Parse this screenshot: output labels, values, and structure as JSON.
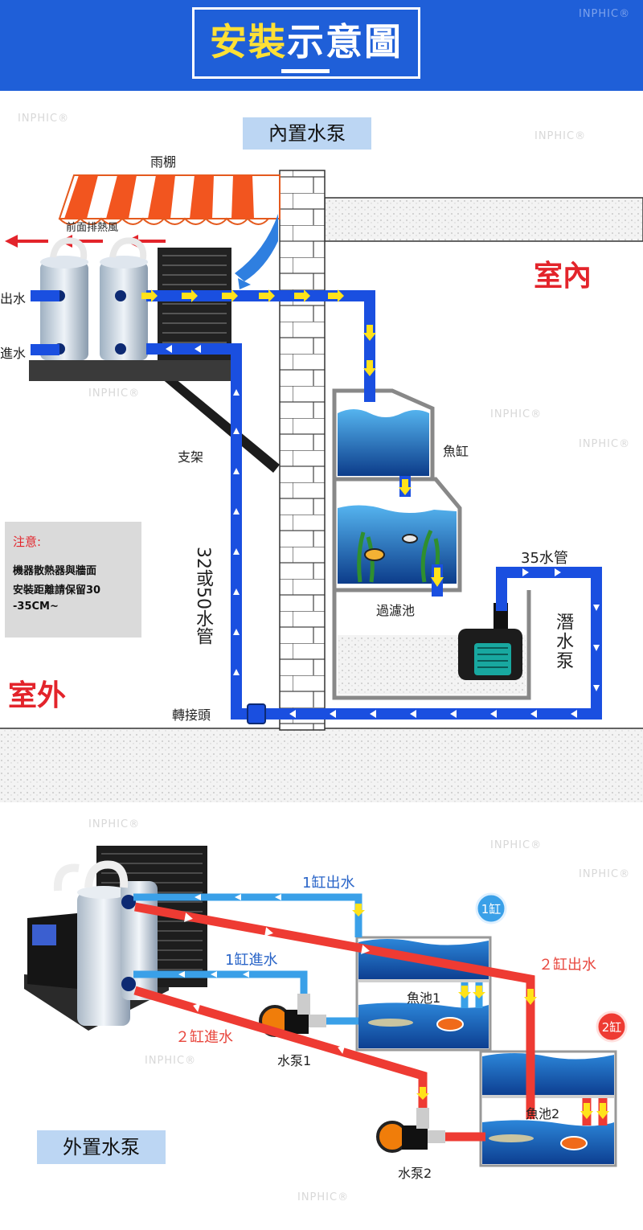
{
  "banner": {
    "title_part1": "安裝",
    "title_part2": "示意圖"
  },
  "watermark": "INPHIC®",
  "internal_section": {
    "title": "內置水泵",
    "labels": {
      "awning": "雨棚",
      "front_exhaust": "前面排熱風",
      "water_out": "出水",
      "water_in": "進水",
      "indoor": "室內",
      "outdoor": "室外",
      "bracket": "支架",
      "pipe_size": "32或50水管",
      "adapter": "轉接頭",
      "fish_tank": "魚缸",
      "filter_pool": "過濾池",
      "pipe_35": "35水管",
      "submersible_pump": "潛水泵"
    },
    "note": {
      "title": "注意:",
      "line1": "機器散熱器與牆面",
      "line2": "安裝距離請保留30",
      "line3": "-35CM~"
    }
  },
  "external_section": {
    "title": "外置水泵",
    "labels": {
      "tank1_out": "1缸出水",
      "tank1_in": "1缸進水",
      "tank2_out": "２缸出水",
      "tank2_in": "２缸進水",
      "pool1": "魚池1",
      "pool2": "魚池2",
      "pump1": "水泵1",
      "pump2": "水泵2",
      "tank1_badge": "1缸",
      "tank2_badge": "2缸"
    }
  },
  "colors": {
    "banner_blue": "#1f5fd8",
    "pipe_blue": "#1a4fe0",
    "pipe_red": "#ee3b33",
    "flow_arrow_yellow": "#ffe21a",
    "indoor_red": "#e3242b"
  }
}
